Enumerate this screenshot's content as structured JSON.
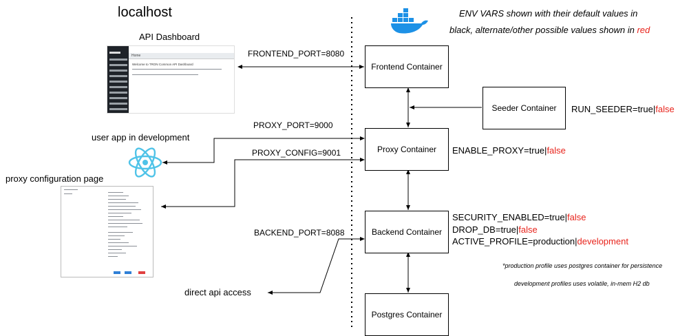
{
  "title": "localhost",
  "legend": {
    "line1": "ENV VARS shown with their default values in",
    "line2_prefix": "black, alternate/other possible values shown in ",
    "line2_red": "red",
    "red_color": "#e8231b"
  },
  "left": {
    "api_dashboard_label": "API Dashboard",
    "user_app_label": "user app in development",
    "proxy_config_page_label": "proxy configuration page",
    "direct_api_label": "direct api access",
    "thumb_home": "Home",
    "thumb_welcome": "Welcome to TRON Common API Dashboard"
  },
  "ports": {
    "frontend": "FRONTEND_PORT=8080",
    "proxy": "PROXY_PORT=9000",
    "proxy_config": "PROXY_CONFIG=9001",
    "backend": "BACKEND_PORT=8088"
  },
  "containers": {
    "frontend": "Frontend Container",
    "seeder": "Seeder Container",
    "proxy": "Proxy Container",
    "backend": "Backend Container",
    "postgres": "Postgres Container"
  },
  "env": {
    "run_seeder": {
      "default": "RUN_SEEDER=true",
      "sep": "|",
      "alt": "false"
    },
    "enable_proxy": {
      "default": "ENABLE_PROXY=true",
      "sep": "|",
      "alt": "false"
    },
    "security_enabled": {
      "default": "SECURITY_ENABLED=true",
      "sep": "|",
      "alt": "false"
    },
    "drop_db": {
      "default": "DROP_DB=true",
      "sep": "|",
      "alt": "false"
    },
    "active_profile": {
      "default": "ACTIVE_PROFILE=production",
      "sep": "|",
      "alt": "development"
    }
  },
  "notes": {
    "production": "*production profile uses postgres container for persistence",
    "development": "development profiles uses volatile, in-mem H2 db"
  },
  "icons": {
    "docker": "docker-whale-icon",
    "react": "react-atom-icon",
    "docker_color": "#1d91e6",
    "react_color": "#4fc3e8"
  }
}
